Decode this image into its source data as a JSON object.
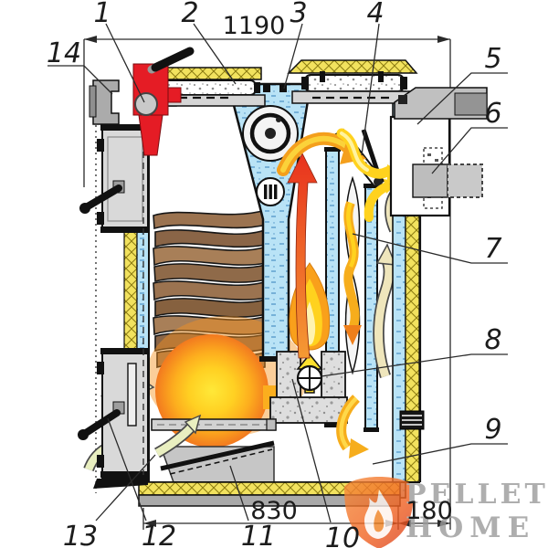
{
  "dimensions": {
    "top_width": "1190",
    "bottom_width": "830",
    "bottom_right_depth": "180"
  },
  "callouts": {
    "n1": "1",
    "n2": "2",
    "n3": "3",
    "n4": "4",
    "n5": "5",
    "n6": "6",
    "n7": "7",
    "n8": "8",
    "n9": "9",
    "n10": "10",
    "n11": "11",
    "n12": "12",
    "n13": "13",
    "n14": "14"
  },
  "watermark": {
    "line1": "PELLETS",
    "line2": "HOME"
  },
  "colors": {
    "water_blue": "#b9e3f6",
    "insulation_yellow": "#f2e25e",
    "fire_yellow": "#ffd022",
    "fire_orange": "#f2791f",
    "valve_red": "#e51c25",
    "logo_grey": "#9b9b9b",
    "logo_flame_orange": "#f26622",
    "line_black": "#1c1c1c"
  }
}
